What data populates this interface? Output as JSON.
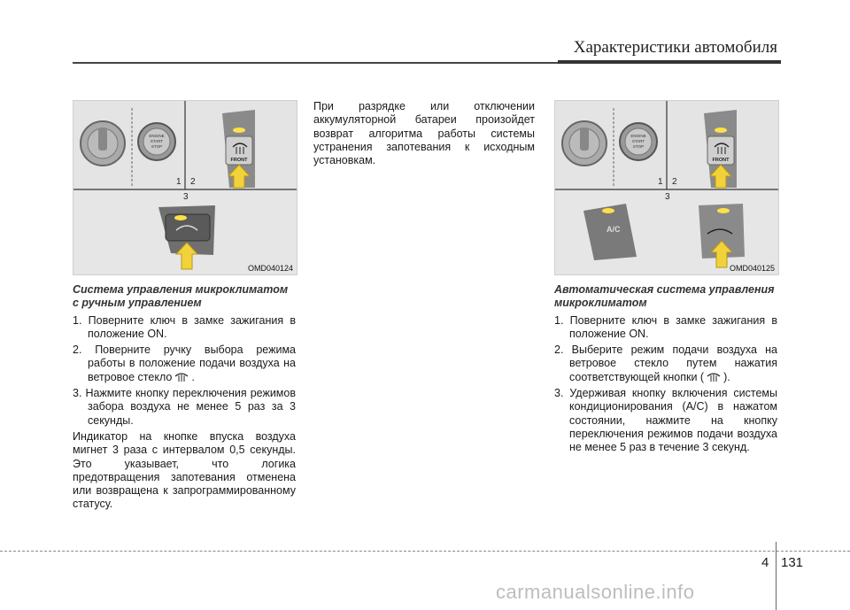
{
  "header": {
    "title": "Характеристики автомобиля"
  },
  "figures": {
    "left": {
      "code": "OMD040124",
      "labels": [
        "1",
        "2",
        "3"
      ],
      "button_text": [
        "ENGINE",
        "START",
        "STOP"
      ],
      "front_label": "FRONT"
    },
    "right": {
      "code": "OMD040125",
      "labels": [
        "1",
        "2",
        "3"
      ],
      "button_text": [
        "ENGINE",
        "START",
        "STOP"
      ],
      "front_label": "FRONT",
      "ac_label": "A/C"
    }
  },
  "left_column": {
    "heading": "Система управления микроклиматом с ручным управлением",
    "steps": [
      "1. Поверните ключ в замке зажигания в положение ON.",
      "2. Поверните ручку выбора режима работы в положение подачи воздуха на ветровое стекло",
      "3. Нажмите кнопку переключения режимов забора воздуха не менее 5 раз за 3 секунды."
    ],
    "step2_suffix": ".",
    "paragraph": "Индикатор на кнопке впуска воздуха мигнет 3 раза с интервалом 0,5 секунды. Это указывает, что логика предотвращения запотевания отменена или возвращена к запрограммированному статусу."
  },
  "middle_column": {
    "paragraph": "При разрядке или отключении аккумуляторной батареи произойдет возврат алгоритма работы системы устранения запотевания к исходным установкам."
  },
  "right_column": {
    "heading": "Автоматическая система управления микроклиматом",
    "steps": [
      "1. Поверните ключ в замке зажигания в положение ON.",
      "2. Выберите режим подачи воздуха на ветровое стекло путем нажатия соответствующей кнопки (",
      "3. Удерживая кнопку включения системы кондиционирования (A/C) в нажатом состоянии, нажмите на кнопку переключения режимов подачи воздуха не менее 5 раз в течение 3 секунд."
    ],
    "step2_suffix": ")."
  },
  "footer": {
    "chapter": "4",
    "page": "131",
    "watermark": "carmanualsonline.info"
  }
}
